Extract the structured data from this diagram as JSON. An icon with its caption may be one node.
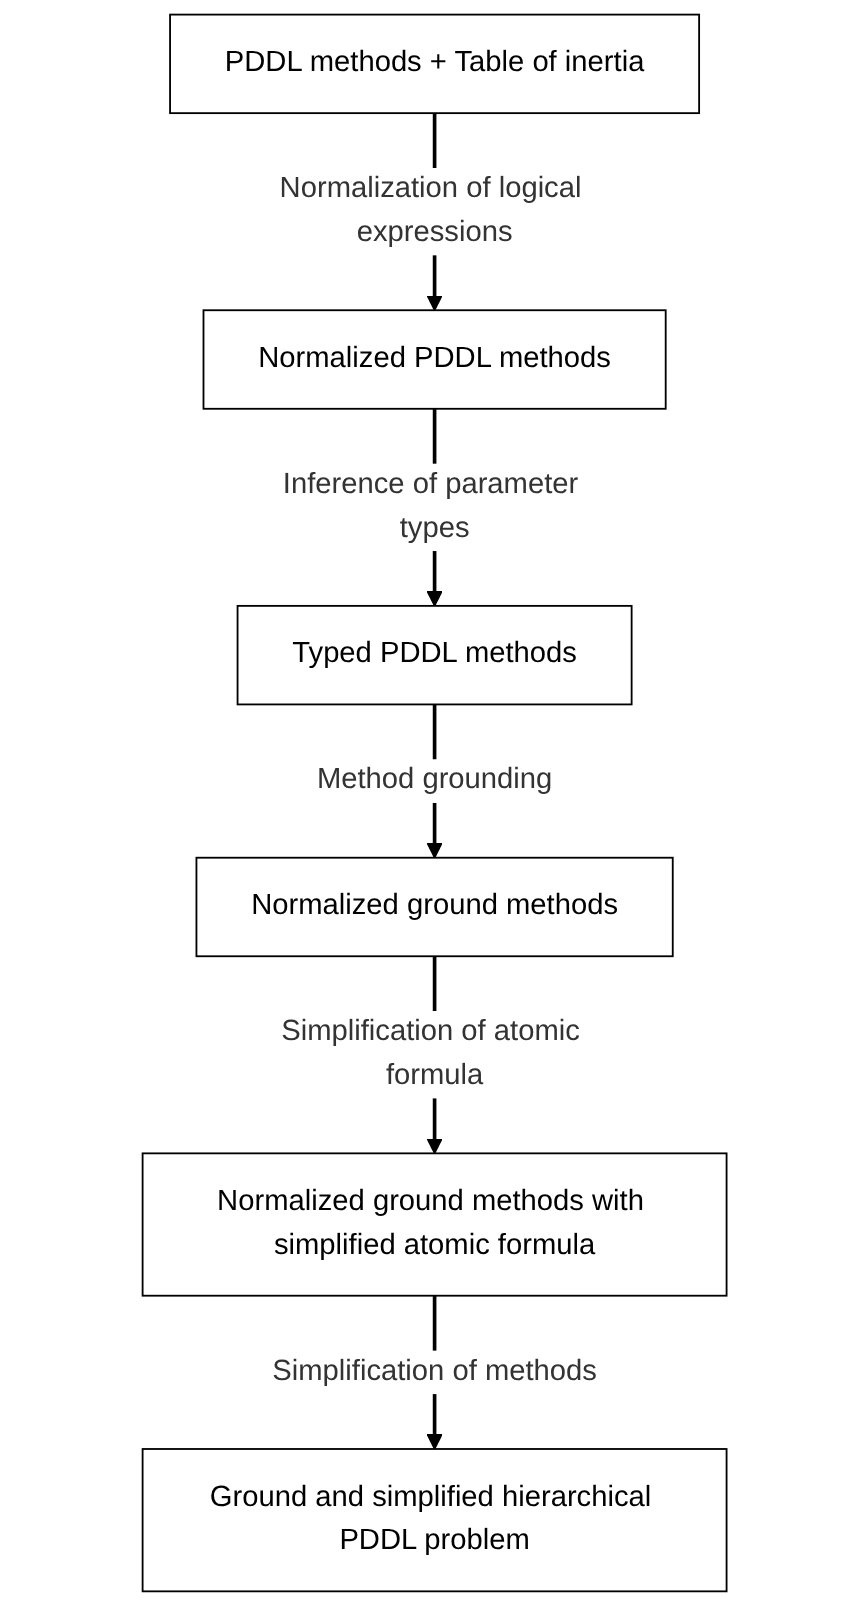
{
  "diagram": {
    "nodes": [
      {
        "text": [
          "PDDL methods + Table of inertia"
        ]
      },
      {
        "text": [
          "Normalized PDDL methods"
        ]
      },
      {
        "text": [
          "Typed PDDL methods"
        ]
      },
      {
        "text": [
          "Normalized ground methods"
        ]
      },
      {
        "text": [
          "Normalized ground methods with simplified atomic formula"
        ]
      },
      {
        "text": [
          "Ground and simplified hierarchical PDDL problem"
        ]
      }
    ],
    "edges": [
      {
        "from": 0,
        "to": 1,
        "arrow": "to",
        "label": "Normalization of logical expressions"
      },
      {
        "from": 1,
        "to": 2,
        "arrow": "to",
        "label": "Inference of parameter types"
      },
      {
        "from": 2,
        "to": 3,
        "arrow": "to",
        "label": "Method grounding"
      },
      {
        "from": 3,
        "to": 4,
        "arrow": "to",
        "label": "Simplification of atomic formula"
      },
      {
        "from": 4,
        "to": 5,
        "arrow": "to",
        "label": "Simplification of methods"
      }
    ]
  }
}
